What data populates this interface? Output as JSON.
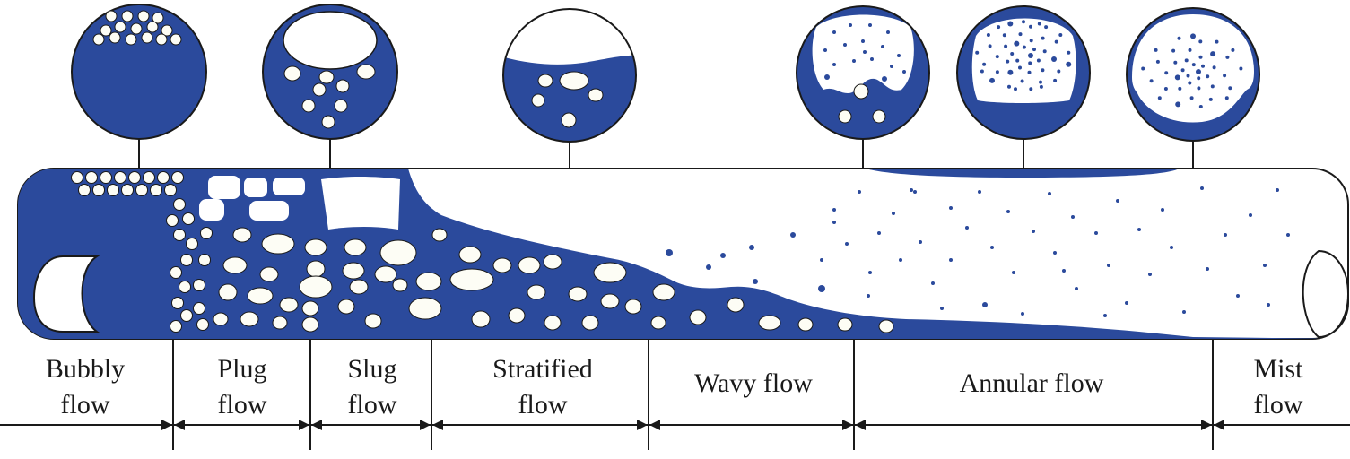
{
  "colors": {
    "liquid": "#2b4a9c",
    "gas": "#ffffff",
    "outline": "#1a1a1a",
    "bubble": "#fdfdf5"
  },
  "regimes": [
    {
      "id": "bubbly",
      "label": "Bubbly\nflow"
    },
    {
      "id": "plug",
      "label": "Plug\nflow"
    },
    {
      "id": "slug",
      "label": "Slug\nflow"
    },
    {
      "id": "stratified",
      "label": "Stratified\nflow"
    },
    {
      "id": "wavy",
      "label": "Wavy flow"
    },
    {
      "id": "annular",
      "label": "Annular flow"
    },
    {
      "id": "mist",
      "label": "Mist\nflow"
    }
  ],
  "cross_sections": [
    {
      "id": "bubbly",
      "icon": "bubbly-cross-section-icon"
    },
    {
      "id": "plug",
      "icon": "plug-cross-section-icon"
    },
    {
      "id": "stratified",
      "icon": "stratified-cross-section-icon"
    },
    {
      "id": "wavy",
      "icon": "wavy-cross-section-icon"
    },
    {
      "id": "annular",
      "icon": "annular-cross-section-icon"
    },
    {
      "id": "mist",
      "icon": "mist-cross-section-icon"
    }
  ]
}
